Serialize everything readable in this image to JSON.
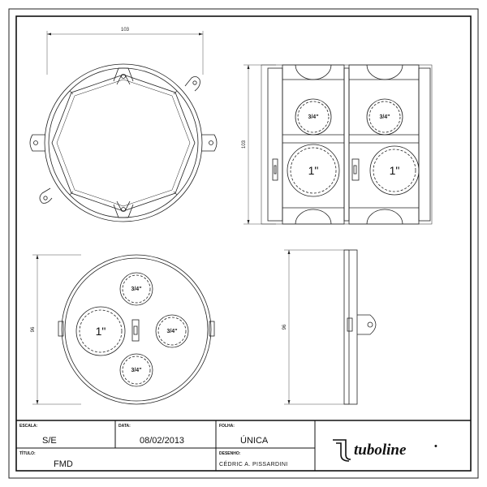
{
  "dimensions": {
    "top_width": "103",
    "side_height": "103",
    "bottom_height": "96",
    "profile_height": "96"
  },
  "labels": {
    "three_quarter": "3/4\"",
    "one_inch": "1\""
  },
  "title_block": {
    "scale_caption": "ESCALA:",
    "scale_value": "S/E",
    "date_caption": "DATA:",
    "date_value": "08/02/2013",
    "sheet_caption": "FOLHA:",
    "sheet_value": "ÚNICA",
    "title_caption": "TÍTULO:",
    "title_value": "FMD",
    "drawing_caption": "DESENHO:",
    "drawing_value": "CÉDRIC A. PISSARDINI"
  },
  "logo": {
    "text": "tuboline",
    "mark": "•"
  },
  "icons": {
    "logo_icon": "tuboline-t-icon"
  }
}
